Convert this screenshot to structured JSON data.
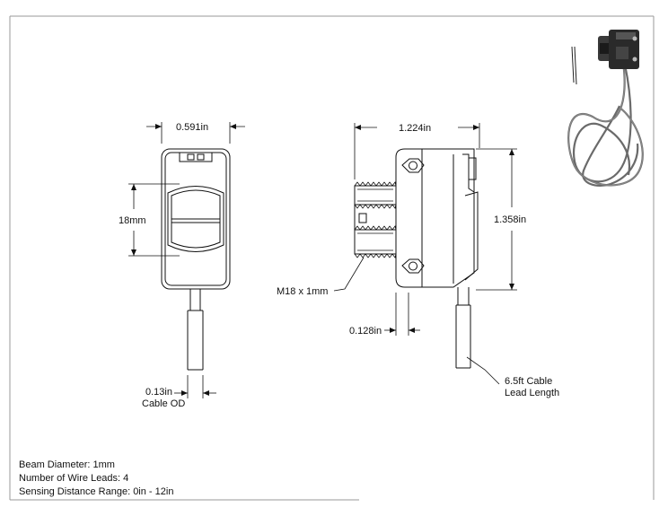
{
  "dimensions": {
    "width_top": "0.591in",
    "height_body": "18mm",
    "cable_od_value": "0.13in",
    "cable_od_label": "Cable OD",
    "length_top": "1.224in",
    "height_side": "1.358in",
    "thread": "M18 x 1mm",
    "thread_offset": "0.128in",
    "cable_length_line1": "6.5ft Cable",
    "cable_length_line2": "Lead Length"
  },
  "specs": {
    "beam": "Beam Diameter: 1mm",
    "wire_leads": "Number of Wire Leads: 4",
    "sensing_range": "Sensing Distance Range: 0in - 12in"
  }
}
